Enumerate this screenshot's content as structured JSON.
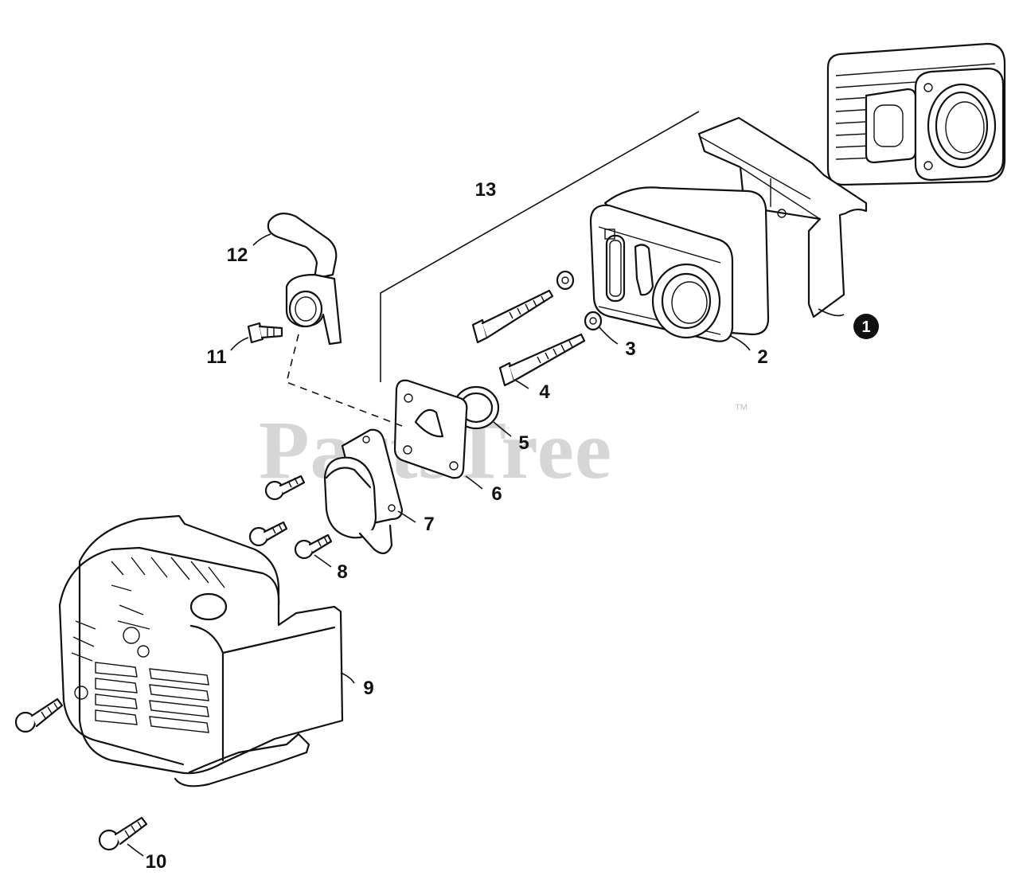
{
  "watermark": {
    "text": "PartsTree",
    "trademark": "™"
  },
  "callouts": [
    {
      "id": "1",
      "label": "1",
      "highlighted": true
    },
    {
      "id": "2",
      "label": "2"
    },
    {
      "id": "3",
      "label": "3"
    },
    {
      "id": "4",
      "label": "4"
    },
    {
      "id": "5",
      "label": "5"
    },
    {
      "id": "6",
      "label": "6"
    },
    {
      "id": "7",
      "label": "7"
    },
    {
      "id": "8",
      "label": "8"
    },
    {
      "id": "9",
      "label": "9"
    },
    {
      "id": "10",
      "label": "10"
    },
    {
      "id": "11",
      "label": "11"
    },
    {
      "id": "12",
      "label": "12"
    },
    {
      "id": "13",
      "label": "13"
    }
  ],
  "colors": {
    "ink": "#111111",
    "watermark": "#c9c9c9",
    "badge": "#111111"
  }
}
